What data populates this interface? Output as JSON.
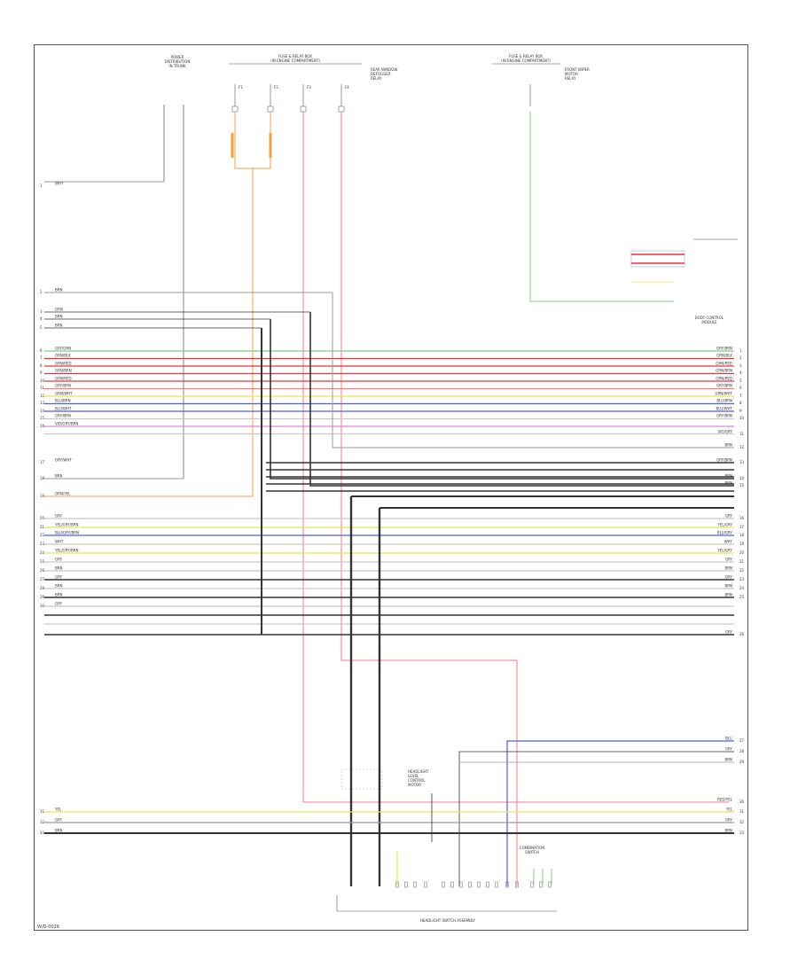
{
  "components": {
    "top_left": {
      "lines": [
        "POWER",
        "DISTRIBUTION",
        "IN TRUNK"
      ]
    },
    "fuse_block_main": {
      "lines": [
        "FUSE & RELAY BOX",
        "(IN ENGINE COMPARTMENT)"
      ]
    },
    "fuse_block_right": {
      "lines": [
        "FUSE & RELAY BOX",
        "(IN ENGINE COMPARTMENT)"
      ]
    },
    "sensor_box": {
      "lines": [
        "REAR WINDOW",
        "DEFOGGER",
        "RELAY"
      ]
    },
    "module_right": {
      "lines": [
        "BODY CONTROL",
        "MODULE"
      ]
    },
    "bottom_module": {
      "lines": [
        "HEADLIGHT SWITCH ASSEMBLY"
      ]
    },
    "small_relay": {
      "lines": [
        "HEADLIGHT",
        "LEVEL",
        "CONTROL",
        "MOTOR"
      ]
    },
    "connector_small": {
      "lines": [
        "COMBINATION",
        "SWITCH"
      ]
    }
  },
  "footer": {
    "code": "W/D-0026"
  },
  "wires": {
    "left_labels": [
      "WHT",
      "BRN",
      "GRN",
      "BRN",
      "BRN",
      "GRY/GRN",
      "GRN/BLK",
      "GRN/RED",
      "GRN/BRN",
      "GRN/RED",
      "GRY/BRN",
      "GRN/WHT",
      "BLU/BRN",
      "BLU/WHT",
      "GRY/BRN",
      "VIO/GRY/BRN",
      "GRY/WHT",
      "BRN",
      "ORN/YEL",
      "GRY",
      "YEL/GRY/BRN",
      "BLU/GRY/BRN",
      "WHT",
      "YEL/GRY/BRN",
      "GRY",
      "BRN",
      "GRY",
      "BRN",
      "BRN",
      "GRY",
      "YEL",
      "GRY",
      "BRN"
    ],
    "right_labels": [
      "GRY/BRN",
      "GRN/BLK",
      "GRN/RED",
      "GRN/BRN",
      "GRN/RED",
      "GRY/BRN",
      "GRN/WHT",
      "BLU/BRN",
      "BLU/WHT",
      "GRY/BRN",
      "VIO/GRY",
      "BRN",
      "GRY/BRN",
      "BRN",
      "BRN",
      "GRY",
      "YEL/GRY",
      "BLU/GRY",
      "WHT",
      "YEL/GRY",
      "GRY",
      "BRN",
      "GRY",
      "BRN",
      "BRN",
      "GRY",
      "BLU",
      "GRY",
      "BRN",
      "RED/YEL",
      "YEL",
      "GRY",
      "BRN"
    ]
  }
}
